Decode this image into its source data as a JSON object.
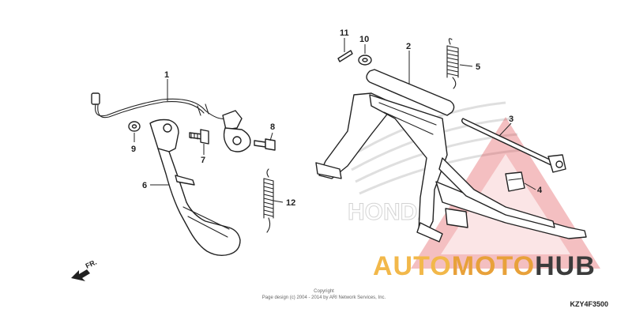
{
  "diagram": {
    "code": "KZY4F3500",
    "direction_label": "FR.",
    "copyright_line1": "Copyright",
    "copyright_line2": "Page design (c) 2004 - 2014 by ARI Network Services, Inc.",
    "watermark_brand": "HONDA",
    "callouts": [
      "1",
      "2",
      "3",
      "4",
      "5",
      "6",
      "7",
      "8",
      "9",
      "10",
      "11",
      "12"
    ]
  },
  "brand": {
    "part1": "AUTO",
    "part2": "MOTO",
    "part3": "HUB",
    "color_primary": "#f2b84a",
    "color_secondary": "#e8a13a",
    "color_dark": "#3b3b3b",
    "triangle_color": "#e0484d"
  }
}
